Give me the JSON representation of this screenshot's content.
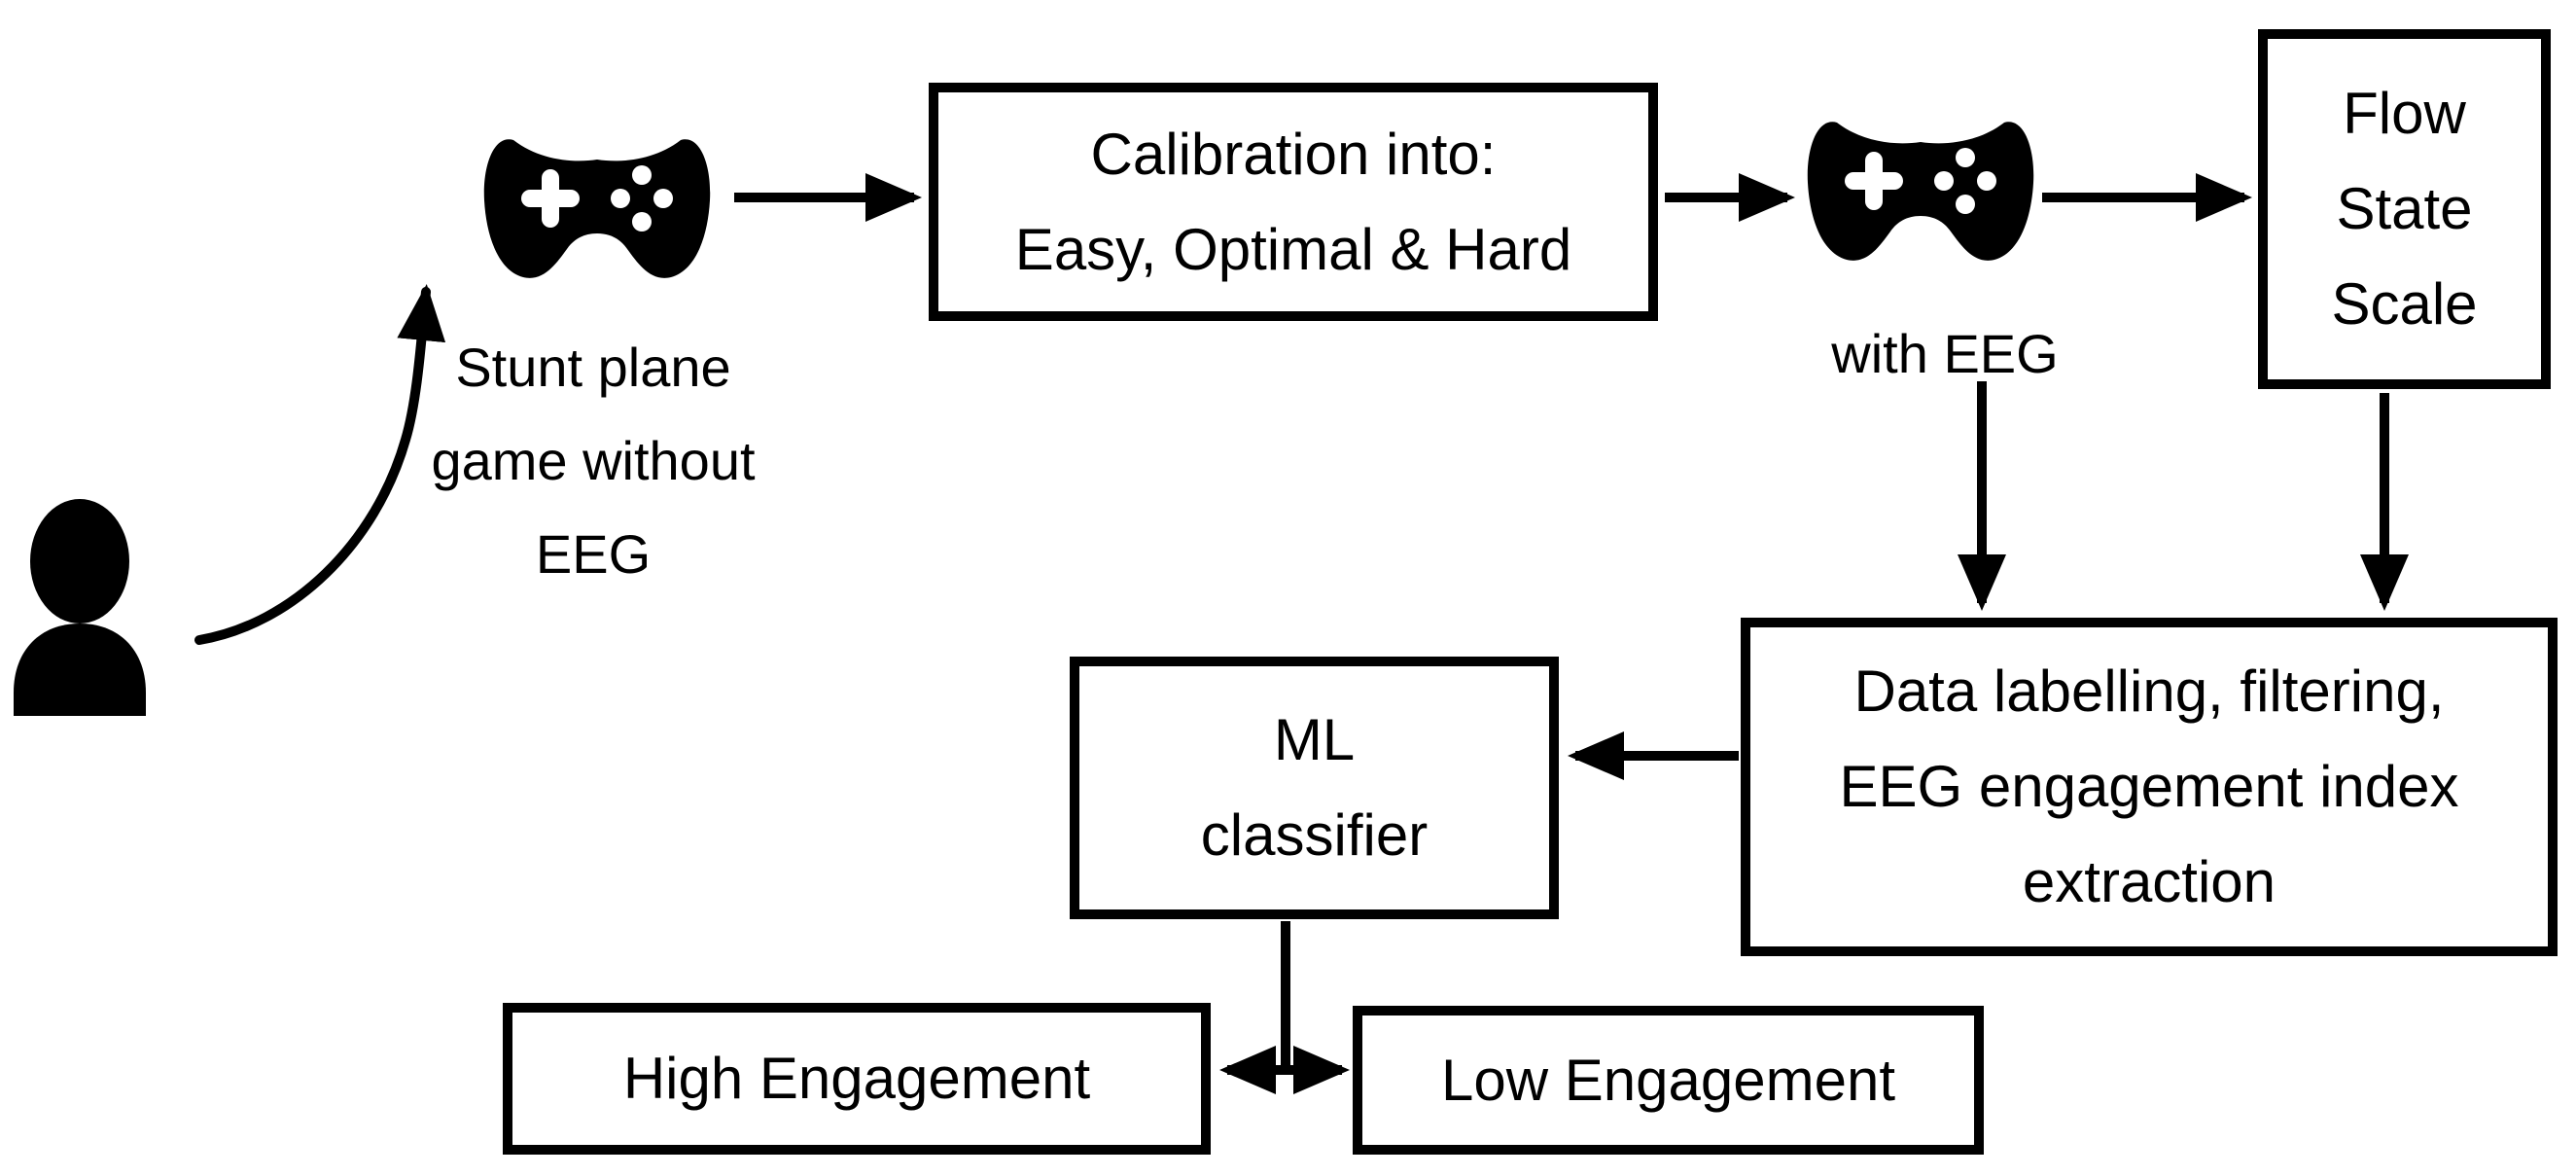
{
  "diagram": {
    "background_color": "#ffffff",
    "ink_color": "#000000",
    "nodes": {
      "stunt_label": {
        "lines": [
          "Stunt plane",
          "game without",
          "EEG"
        ]
      },
      "calibration_box": {
        "lines": [
          "Calibration into:",
          "Easy, Optimal & Hard"
        ]
      },
      "with_eeg_label": {
        "text": "with EEG"
      },
      "flow_box": {
        "lines": [
          "Flow",
          "State",
          "Scale"
        ]
      },
      "data_box": {
        "lines": [
          "Data labelling, filtering,",
          "EEG engagement index",
          "extraction"
        ]
      },
      "ml_box": {
        "lines": [
          "ML",
          "classifier"
        ]
      },
      "high_box": {
        "text": "High Engagement"
      },
      "low_box": {
        "text": "Low Engagement"
      }
    },
    "icons": {
      "person": "person-icon",
      "gamepad_without_eeg": "gamepad-icon",
      "gamepad_with_eeg": "gamepad-icon"
    }
  }
}
